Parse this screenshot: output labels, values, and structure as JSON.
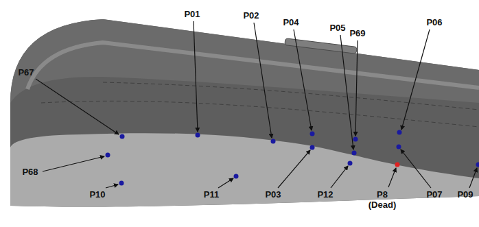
{
  "diagram": {
    "labels": [
      "P67",
      "P01",
      "P02",
      "P04",
      "P05",
      "P69",
      "P06",
      "P68",
      "P10",
      "P11",
      "P03",
      "P12",
      "P8 (Dead)",
      "P07",
      "P09"
    ]
  }
}
